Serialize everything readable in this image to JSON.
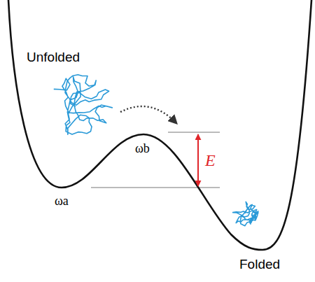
{
  "diagram": {
    "labels": [
      "Unfolded",
      "ωb",
      "E",
      "ωa",
      "Folded"
    ]
  }
}
